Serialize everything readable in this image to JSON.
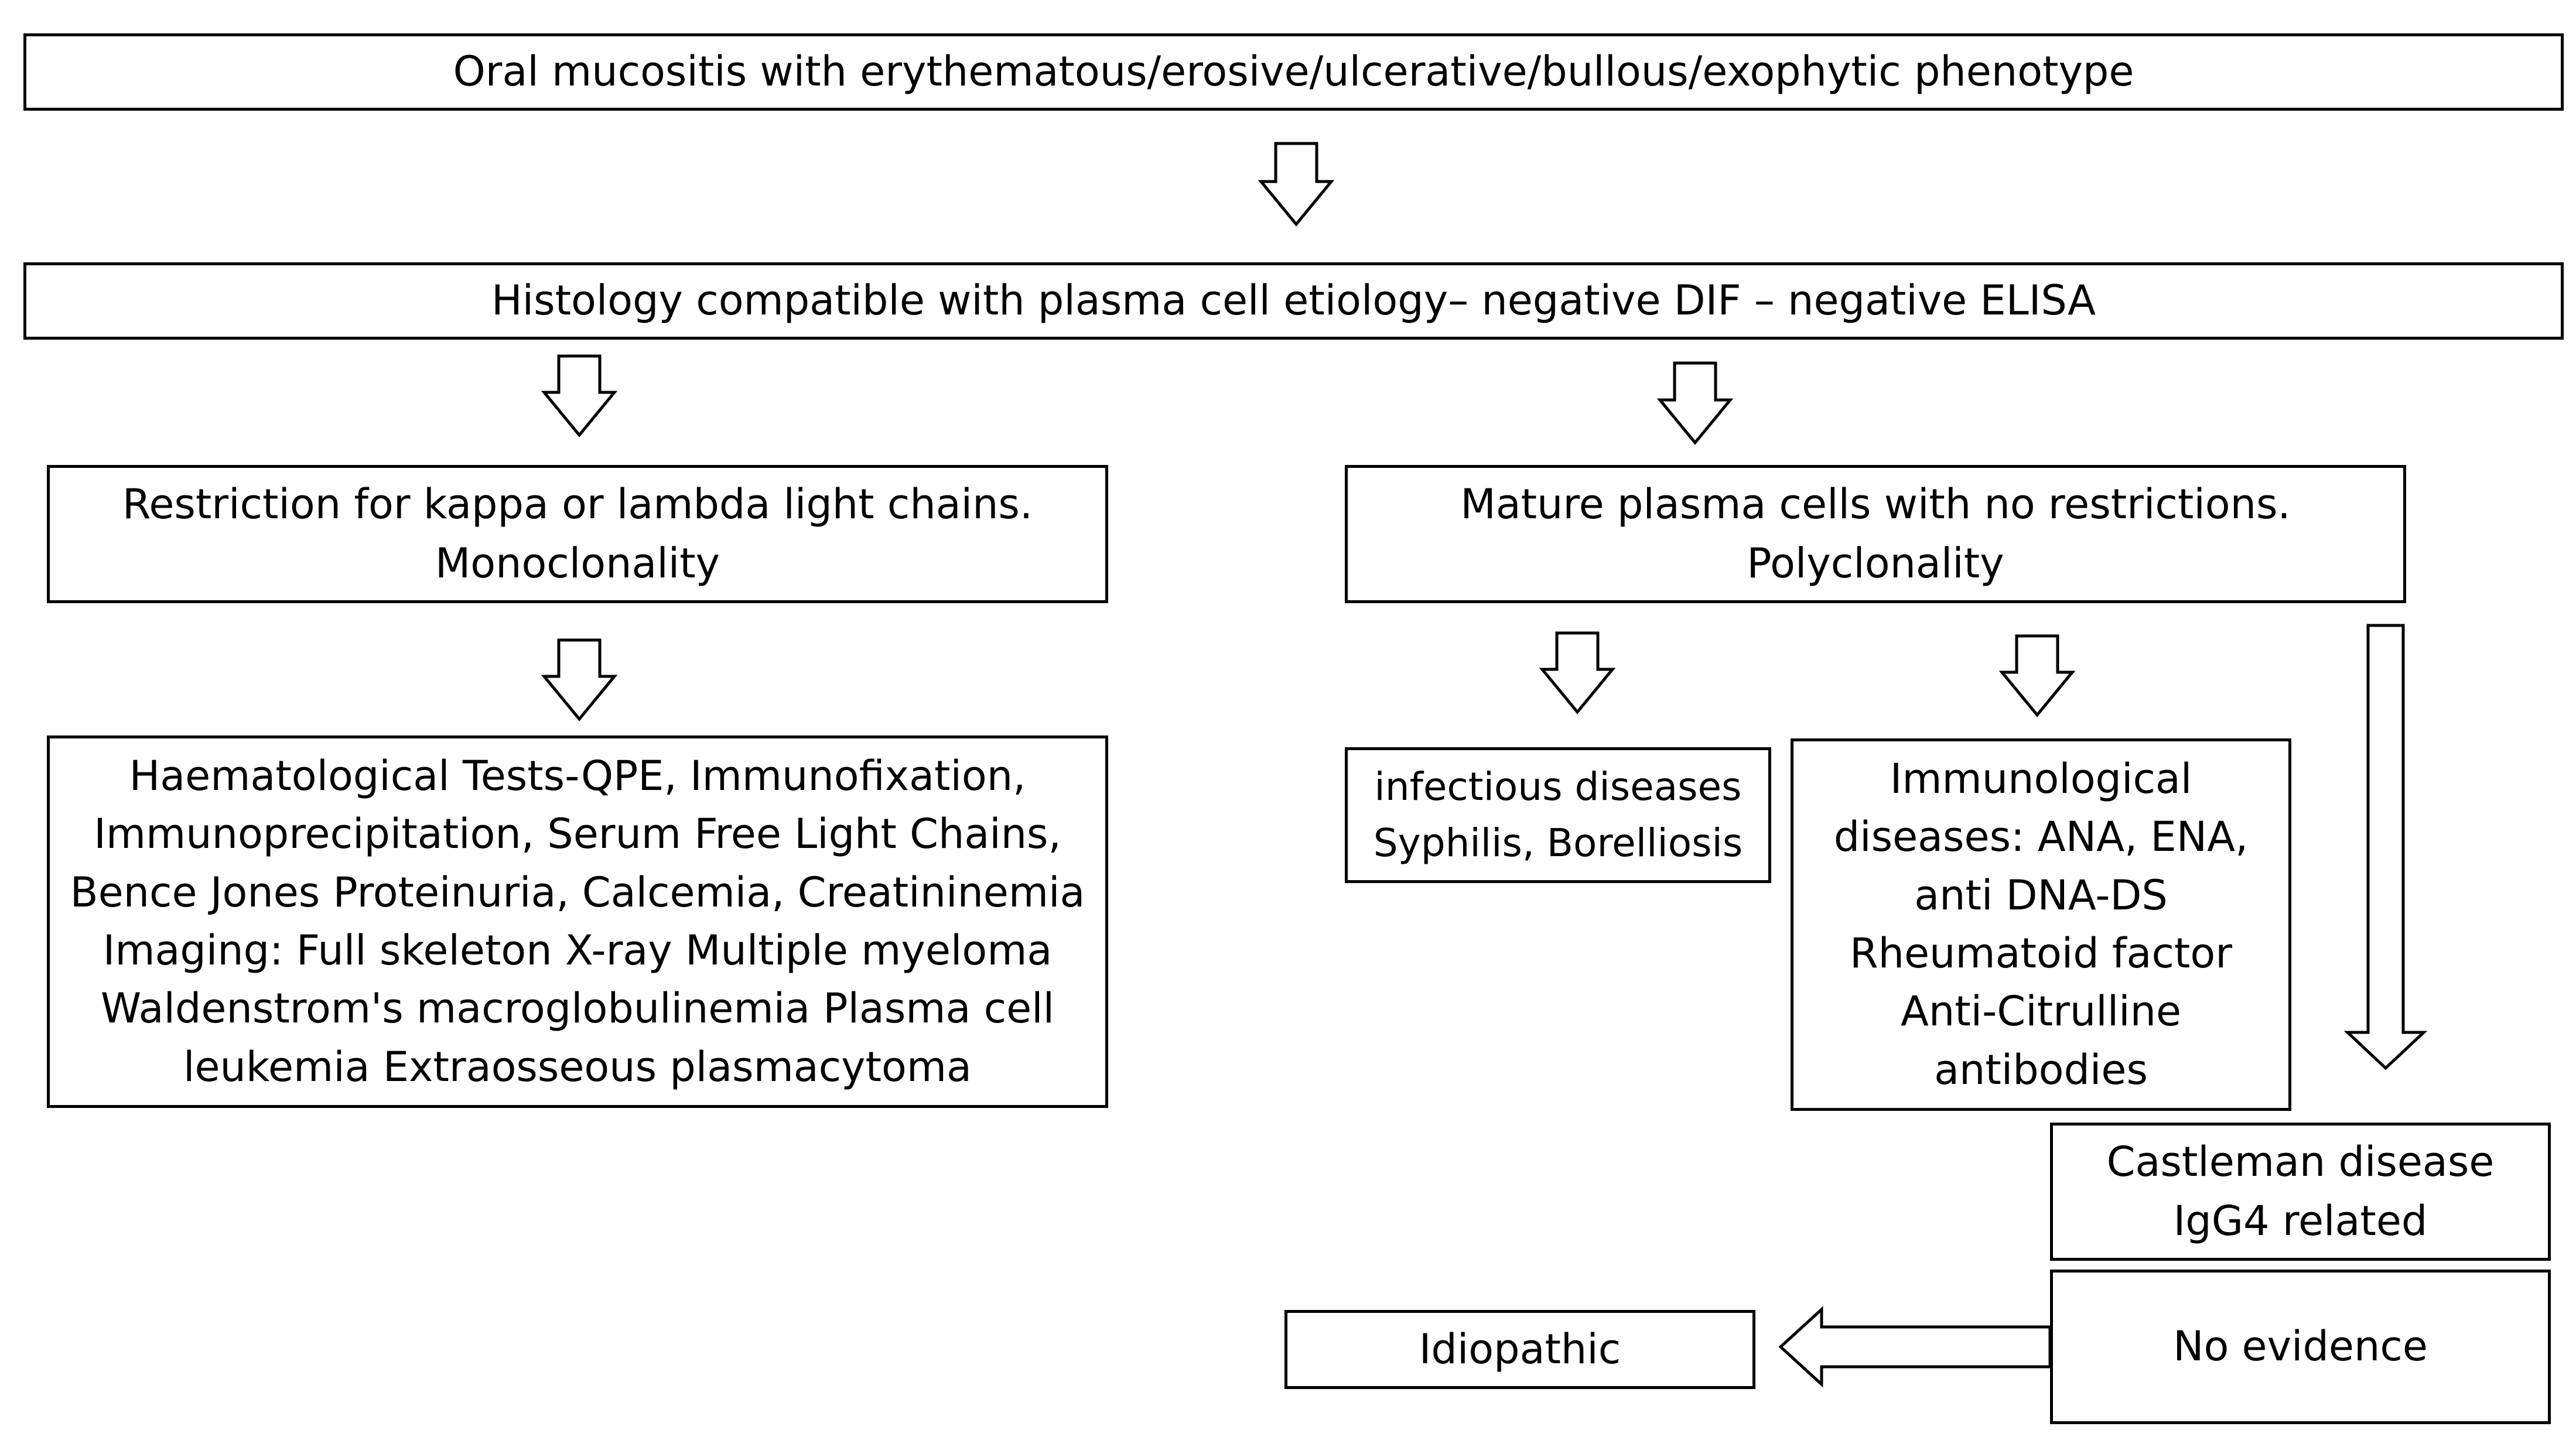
{
  "diagram": {
    "top": {
      "text": "Oral mucositis with erythematous/erosive/ulcerative/bullous/exophytic phenotype"
    },
    "histology": {
      "text": "Histology compatible with plasma cell etiology– negative DIF – negative ELISA"
    },
    "monoclonal": {
      "lines": [
        "Restriction for kappa or lambda light chains.",
        "Monoclonality"
      ]
    },
    "polyclonal": {
      "lines": [
        "Mature plasma cells with no restrictions.",
        "Polyclonality"
      ]
    },
    "haematological": {
      "lines": [
        "Haematological Tests-QPE, Immunofixation,",
        "Immunoprecipitation, Serum Free Light Chains,",
        "Bence Jones Proteinuria, Calcemia, Creatininemia",
        "Imaging: Full skeleton X-ray Multiple myeloma",
        "Waldenstrom's macroglobulinemia Plasma cell",
        "leukemia Extraosseous plasmacytoma"
      ]
    },
    "infectious": {
      "lines": [
        "infectious diseases",
        "Syphilis, Borelliosis"
      ]
    },
    "immunological": {
      "lines": [
        "Immunological",
        "diseases: ANA, ENA,",
        "anti DNA-DS",
        "Rheumatoid factor",
        "Anti-Citrulline",
        "antibodies"
      ]
    },
    "castleman": {
      "lines": [
        "Castleman disease",
        "IgG4 related"
      ]
    },
    "no_evidence": {
      "text": "No evidence"
    },
    "idiopathic": {
      "text": "Idiopathic"
    }
  }
}
